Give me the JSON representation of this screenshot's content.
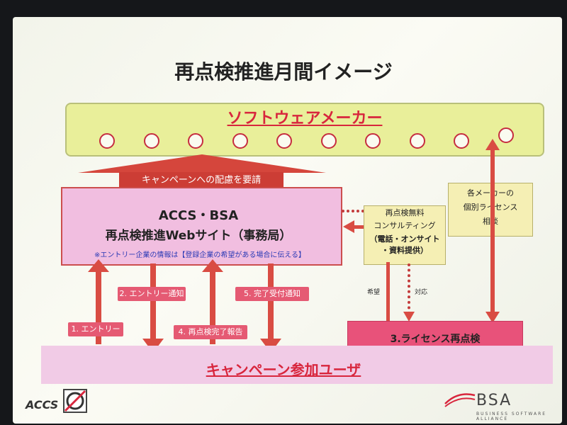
{
  "title": "再点検推進月間イメージ",
  "maker": {
    "label": "ソフトウェアメーカー",
    "circle_count": 10
  },
  "banner": {
    "label": "キャンペーンへの配慮を要請"
  },
  "web": {
    "line1": "ACCS・BSA",
    "line2": "再点検推進Webサイト（事務局）",
    "note": "※エントリー企業の情報は【登録企業の希望がある場合に伝える】"
  },
  "consult": {
    "line1": "再点検無料",
    "line2": "コンサルティング",
    "line3": "（電話・オンサイト",
    "line4": "・資料提供）"
  },
  "license_consult": {
    "line1": "各メーカーの",
    "line2": "個別ライセンス",
    "line3": "相談"
  },
  "steps": {
    "s1": "1. エントリー",
    "s2": "2. エントリー通知",
    "s4": "4. 再点検完了報告",
    "s5": "5. 完了受付通知"
  },
  "labels": {
    "kibou": "希望",
    "taiou": "対応"
  },
  "license_check": "3.ライセンス再点検",
  "campaign": "キャンペーン参加ユーザ",
  "logos": {
    "accs": "ACCS",
    "bsa": "BSA",
    "bsa_sub": "BUSINESS SOFTWARE ALLIANCE"
  },
  "colors": {
    "arrow": "#d94c43",
    "pink": "#e55a73",
    "accent_red": "#d8263d"
  }
}
